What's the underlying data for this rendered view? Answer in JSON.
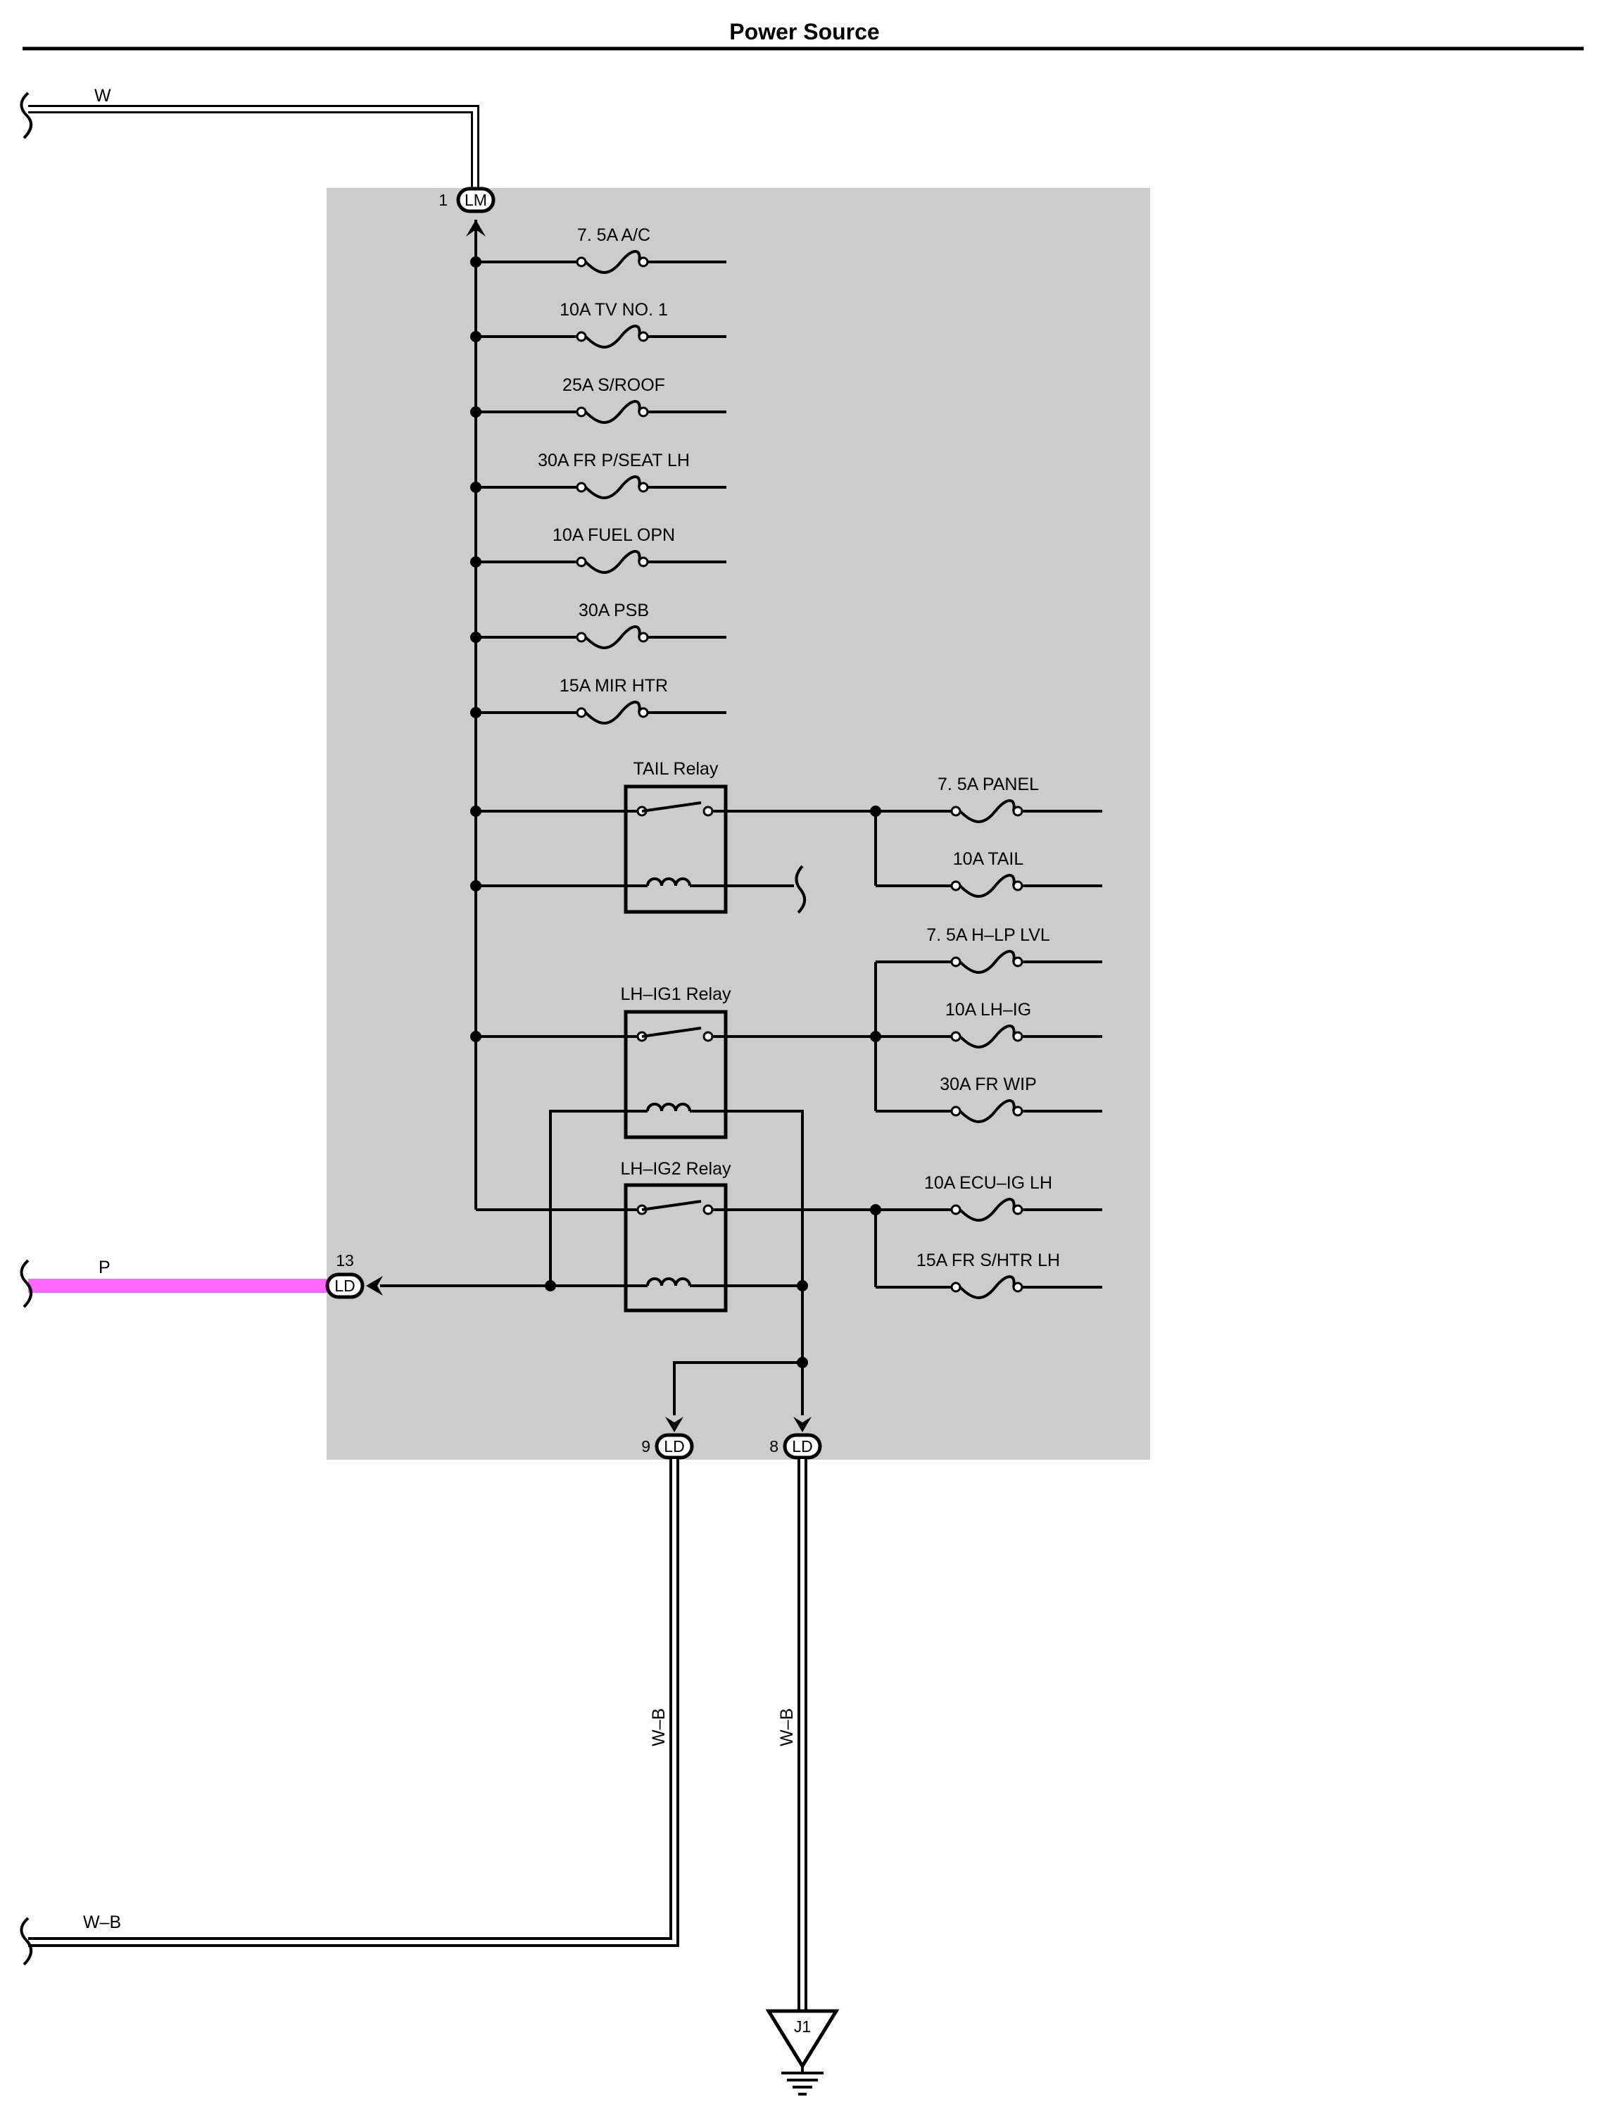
{
  "title": "Power Source",
  "colors": {
    "junction_block": "#cccccc",
    "pink_wire": "#ff66ff",
    "wire": "#000000"
  },
  "wire_colors": {
    "top": "W",
    "pink": "P",
    "wb_lower": "W–B",
    "wb_vertical_left": "W–B",
    "wb_vertical_right": "W–B"
  },
  "connectors": {
    "lm": {
      "pin": "1",
      "label": "LM"
    },
    "ld13": {
      "pin": "13",
      "label": "LD"
    },
    "ld9": {
      "pin": "9",
      "label": "LD"
    },
    "ld8": {
      "pin": "8",
      "label": "LD"
    }
  },
  "fuses_main": [
    "7. 5A A/C",
    "10A TV NO. 1",
    "25A S/ROOF",
    "30A FR P/SEAT LH",
    "10A FUEL OPN",
    "30A PSB",
    "15A MIR HTR"
  ],
  "relays": {
    "tail": "TAIL Relay",
    "lhig1": "LH–IG1 Relay",
    "lhig2": "LH–IG2 Relay"
  },
  "fuses_right": [
    "7. 5A PANEL",
    "10A TAIL",
    "7. 5A H–LP LVL",
    "10A LH–IG",
    "30A FR WIP",
    "10A ECU–IG LH",
    "15A FR S/HTR LH"
  ],
  "ground": "J1"
}
